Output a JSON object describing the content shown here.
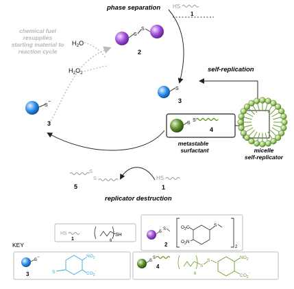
{
  "labels": {
    "phase_separation": "phase separation",
    "self_replication": "self-replication",
    "metastable_line1": "metastable",
    "metastable_line2": "surfactant",
    "micelle_line1": "micelle",
    "micelle_line2": "self-replicator",
    "replicator_destruction": "replicator destruction",
    "fuel_line1": "chemical fuel",
    "fuel_line2": "resupplies",
    "fuel_line3": "starting material to",
    "fuel_line4": "reaction cycle",
    "h2o": "H",
    "h2o_sub": "2",
    "h2o_o": "O",
    "h2o2_a": "H",
    "h2o2_sub1": "2",
    "h2o2_b": "O",
    "h2o2_sub2": "2",
    "key": "KEY"
  },
  "compounds": {
    "c1": "1",
    "c2": "2",
    "c3": "3",
    "c4": "4",
    "c5": "5"
  },
  "atoms": {
    "hs": "HS",
    "s": "S",
    "s_minus": "S",
    "minus": "−",
    "sh": "SH",
    "no2": "NO",
    "no2_sub": "2",
    "co2": "CO",
    "co2_sub": "2",
    "o2c": "O",
    "o2c_sub": "2",
    "o2c_c": "C",
    "o2n": "O",
    "o2n_sub": "2",
    "o2n_n": "N",
    "subscript_6": "6",
    "subscript_2": "2",
    "minus_small": "-"
  },
  "colors": {
    "purple": "#a04fd8",
    "blue": "#2f8fe8",
    "green": "#5a8f2a",
    "tail_green": "#6a9a2a",
    "cyan_struct": "#3aa6d6",
    "grey": "#9a9a9a"
  }
}
